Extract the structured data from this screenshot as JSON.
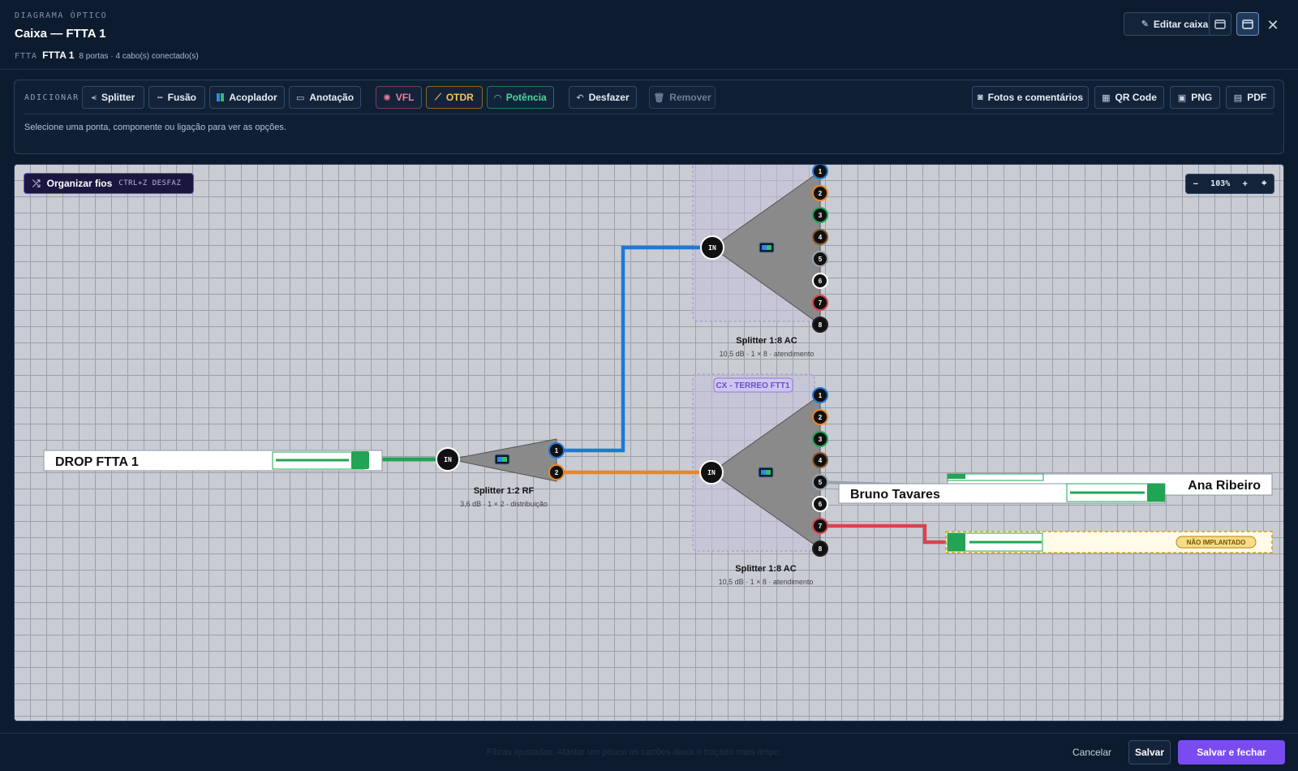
{
  "header": {
    "eyebrow": "DIAGRAMA ÓPTICO",
    "title": "Caixa — FTTA 1",
    "type_tag": "FTTA",
    "box_name": "FTTA 1",
    "summary": "8 portas · 4 cabo(s) conectado(s)",
    "edit_label": "Editar caixa",
    "edit_icon": "pencil-icon",
    "close_label": "✕"
  },
  "toolbar": {
    "add_label": "ADICIONAR",
    "splitter": "Splitter",
    "fusao": "Fusão",
    "acoplador": "Acoplador",
    "anotacao": "Anotação",
    "vfl": "VFL",
    "otdr": "OTDR",
    "potencia": "Potência",
    "desfazer": "Desfazer",
    "remover": "Remover",
    "fotos": "Fotos e comentários",
    "qr": "QR Code",
    "png": "PNG",
    "pdf": "PDF",
    "hint": "Selecione uma ponta, componente ou ligação para ver as opções."
  },
  "canvas": {
    "organize_label": "Organizar fios",
    "organize_shortcut": "CTRL+Z DESFAZ",
    "zoom_minus": "−",
    "zoom_value": "103%",
    "zoom_plus": "+",
    "zoom_fit": "⌖",
    "cables": {
      "drop": "DROP FTTA 1",
      "bruno": "Bruno Tavares",
      "ana": "Ana Ribeiro",
      "nao_implantado": "NÃO IMPLANTADO"
    },
    "splitters": {
      "rf": {
        "title": "Splitter 1:2 RF",
        "info": "3,6 dB · 1 × 2 · distribuição",
        "in": "IN"
      },
      "ac_top": {
        "title": "Splitter 1:8 AC",
        "info": "10,5 dB · 1 × 8 · atendimento",
        "in": "IN"
      },
      "ac_bottom": {
        "title": "Splitter 1:8 AC",
        "info": "10,5 dB · 1 × 8 · atendimento",
        "in": "IN",
        "group": "CX - TERREO FTT1"
      }
    },
    "ports": [
      "1",
      "2",
      "3",
      "4",
      "5",
      "6",
      "7",
      "8"
    ],
    "colors": {
      "blue": "#1e78d8",
      "orange": "#e8852a",
      "green": "#22a455",
      "red": "#d9434f",
      "gray": "#9aa3ad",
      "splitter": "#8a8a8a"
    }
  },
  "footer": {
    "hint": "Fibras ajustadas. Afastar um pouco as cartões deixa o traçado mais limpo.",
    "cancel": "Cancelar",
    "save": "Salvar",
    "save_close": "Salvar e fechar"
  }
}
